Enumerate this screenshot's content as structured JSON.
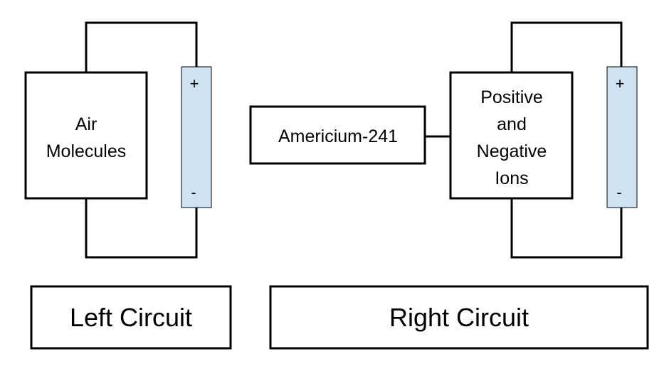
{
  "colors": {
    "battery_fill": "#cfe2f3",
    "line": "#000000",
    "background": "#ffffff"
  },
  "left_circuit": {
    "box_lines": [
      "Air",
      "Molecules"
    ],
    "battery": {
      "plus": "+",
      "minus": "-"
    },
    "caption": "Left Circuit"
  },
  "right_circuit": {
    "source": "Americium-241",
    "box_lines": [
      "Positive",
      "and",
      "Negative",
      "Ions"
    ],
    "battery": {
      "plus": "+",
      "minus": "-"
    },
    "caption": "Right Circuit"
  }
}
